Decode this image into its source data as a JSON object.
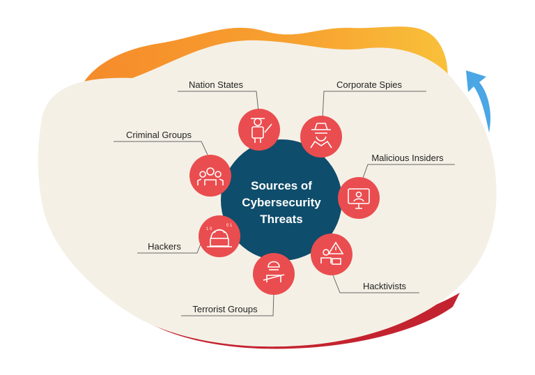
{
  "center": {
    "lines": [
      "Sources of",
      "Cybersecurity",
      "Threats"
    ]
  },
  "threats": [
    {
      "key": "nation-states",
      "label": "Nation States",
      "icon": "soldier-with-rifle-icon"
    },
    {
      "key": "corporate-spies",
      "label": "Corporate Spies",
      "icon": "spy-with-hat-icon"
    },
    {
      "key": "criminal-groups",
      "label": "Criminal Groups",
      "icon": "group-of-people-icon"
    },
    {
      "key": "malicious-insiders",
      "label": "Malicious Insiders",
      "icon": "monitor-user-icon"
    },
    {
      "key": "hackers",
      "label": "Hackers",
      "icon": "hooded-hacker-laptop-icon"
    },
    {
      "key": "hacktivists",
      "label": "Hacktivists",
      "icon": "warning-person-icon"
    },
    {
      "key": "terrorist-groups",
      "label": "Terrorist Groups",
      "icon": "armed-militant-icon"
    }
  ],
  "colors": {
    "hub": "#0e4d6b",
    "node": "#ea4d4f",
    "blob": "#f5f0e6",
    "orange_top": "#f6a12a",
    "orange_deep": "#f07a2c",
    "red_edge": "#c3232f",
    "arrow": "#4aa6e4",
    "line": "#555555",
    "text": "#222222"
  }
}
